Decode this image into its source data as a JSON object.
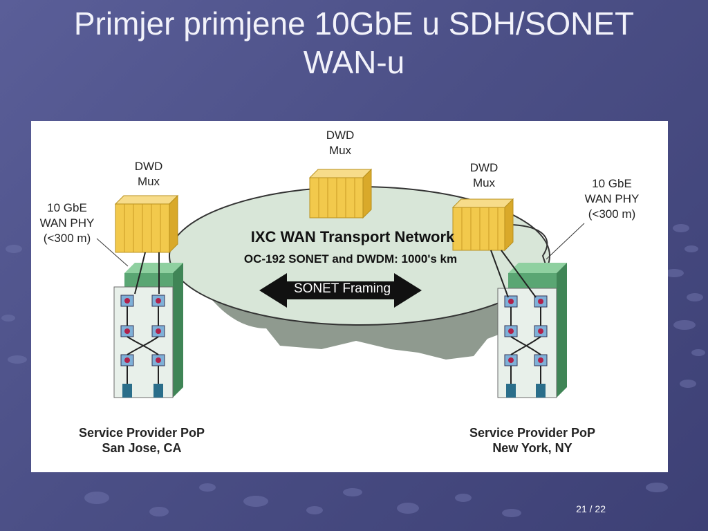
{
  "slide": {
    "title_line1": "Primjer primjene 10GbE u SDH/SONET",
    "title_line2": "WAN-u",
    "page_number": "21 / 22"
  },
  "diagram": {
    "network_title": "IXC WAN Transport Network",
    "network_subtitle": "OC-192 SONET and DWDM: 1000's km",
    "framing_label": "SONET Framing",
    "mux_left": {
      "line1": "DWD",
      "line2": "Mux"
    },
    "mux_center": {
      "line1": "DWD",
      "line2": "Mux"
    },
    "mux_right": {
      "line1": "DWD",
      "line2": "Mux"
    },
    "phy_left": {
      "line1": "10 GbE",
      "line2": "WAN PHY",
      "line3": "(<300 m)"
    },
    "phy_right": {
      "line1": "10 GbE",
      "line2": "WAN PHY",
      "line3": "(<300 m)"
    },
    "pop_left": {
      "line1": "Service Provider PoP",
      "line2": "San Jose, CA"
    },
    "pop_right": {
      "line1": "Service Provider PoP",
      "line2": "New York, NY"
    }
  },
  "colors": {
    "background": "#4b4f86",
    "map_fill": "#d8e6d8",
    "map_shadow": "#8f9a8f",
    "mux_fill": "#f2c94c",
    "rack_fill": "#5aa673",
    "arrow_fill": "#111111"
  }
}
